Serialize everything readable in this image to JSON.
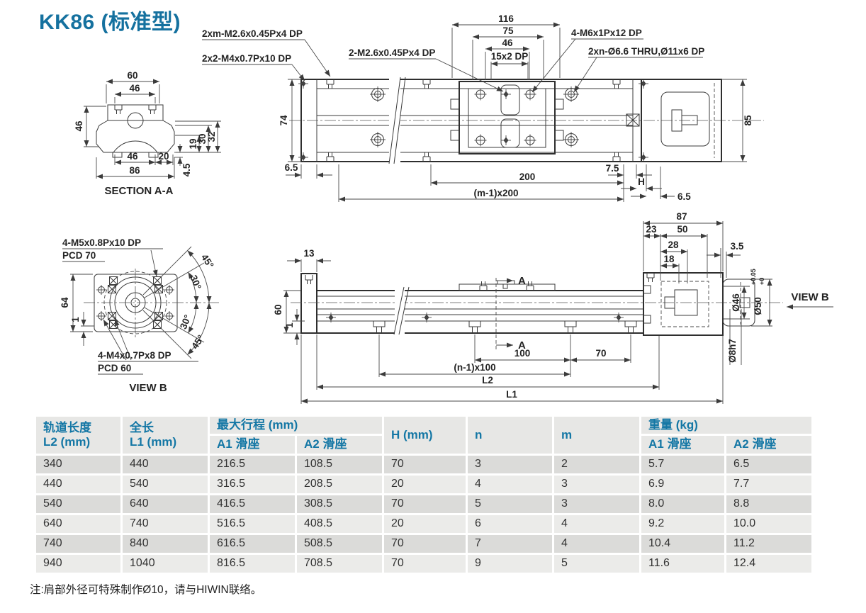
{
  "title": "KK86 (标准型)",
  "note": "注:肩部外径可特殊制作Ø10，请与HIWIN联络。",
  "colors": {
    "accent": "#1477a5",
    "line": "#3b3b3b",
    "header_bg": "#e7e7e5",
    "row_odd": "#dbdbd9",
    "row_even": "#ebebe9"
  },
  "section_aa": {
    "caption": "SECTION A-A",
    "d60": "60",
    "d46_top": "46",
    "d46_left": "46",
    "d19": "19",
    "d30": "30",
    "d32": "32",
    "d46_bot": "46",
    "d20": "20",
    "d86": "86",
    "d45": "4.5"
  },
  "top_view": {
    "label_2xm": "2xm-M2.6x0.45Px4 DP",
    "label_2x2": "2x2-M4x0.7Px10 DP",
    "label_2m26": "2-M2.6x0.45Px4 DP",
    "label_4m6": "4-M6x1Px12 DP",
    "label_2xn": "2xn-Ø6.6 THRU,Ø11x6 DP",
    "d116": "116",
    "d75": "75",
    "d46": "46",
    "d15x2": "15x2 DP",
    "d74": "74",
    "d85": "85",
    "d65_left": "6.5",
    "d200": "200",
    "dm200": "(m-1)x200",
    "d75r": "7.5",
    "dH": "H",
    "d65_right": "6.5"
  },
  "view_b": {
    "caption": "VIEW B",
    "label_m5": "4-M5x0.8Px10 DP",
    "label_pcd70": "PCD 70",
    "label_m4": "4-M4x0.7Px8 DP",
    "label_pcd60": "PCD 60",
    "d64": "64",
    "d1": "1",
    "a45_top": "45°",
    "a30_top": "30°",
    "a30_bot": "30°",
    "a45_bot": "45°"
  },
  "side_view": {
    "d13": "13",
    "d60": "60",
    "d1": "1",
    "d100": "100",
    "d70": "70",
    "dn100": "(n-1)x100",
    "dL2": "L2",
    "dL1": "L1",
    "d87": "87",
    "d23": "23",
    "d50": "50",
    "d28": "28",
    "d18": "18",
    "d35": "3.5",
    "dia46": "Ø46",
    "dia50": "Ø50",
    "tol_hi": "+0.05",
    "tol_lo": "+0",
    "dia8": "Ø8h7",
    "view_b_label": "VIEW B",
    "section_a": "A"
  },
  "table": {
    "h_col1a": "轨道长度",
    "h_col1b": "L2 (mm)",
    "h_col2a": "全长",
    "h_col2b": "L1 (mm)",
    "h_stroke": "最大行程 (mm)",
    "h_a1": "A1 滑座",
    "h_a2": "A2 滑座",
    "h_h": "H (mm)",
    "h_n": "n",
    "h_m": "m",
    "h_weight": "重量 (kg)",
    "h_wa1": "A1 滑座",
    "h_wa2": "A2 滑座",
    "rows": [
      [
        "340",
        "440",
        "216.5",
        "108.5",
        "70",
        "3",
        "2",
        "5.7",
        "6.5"
      ],
      [
        "440",
        "540",
        "316.5",
        "208.5",
        "20",
        "4",
        "3",
        "6.9",
        "7.7"
      ],
      [
        "540",
        "640",
        "416.5",
        "308.5",
        "70",
        "5",
        "3",
        "8.0",
        "8.8"
      ],
      [
        "640",
        "740",
        "516.5",
        "408.5",
        "20",
        "6",
        "4",
        "9.2",
        "10.0"
      ],
      [
        "740",
        "840",
        "616.5",
        "508.5",
        "70",
        "7",
        "4",
        "10.4",
        "11.2"
      ],
      [
        "940",
        "1040",
        "816.5",
        "708.5",
        "70",
        "9",
        "5",
        "11.6",
        "12.4"
      ]
    ]
  }
}
